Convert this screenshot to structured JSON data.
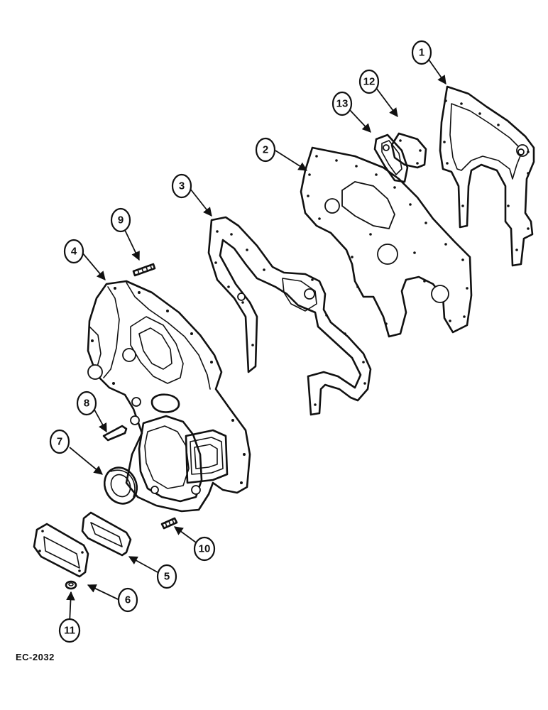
{
  "figure_code": "EC-2032",
  "callouts": [
    {
      "id": "c1",
      "label": "1"
    },
    {
      "id": "c2",
      "label": "2"
    },
    {
      "id": "c3",
      "label": "3"
    },
    {
      "id": "c4",
      "label": "4"
    },
    {
      "id": "c5",
      "label": "5"
    },
    {
      "id": "c6",
      "label": "6"
    },
    {
      "id": "c7",
      "label": "7"
    },
    {
      "id": "c8",
      "label": "8"
    },
    {
      "id": "c9",
      "label": "9"
    },
    {
      "id": "c10",
      "label": "10"
    },
    {
      "id": "c11",
      "label": "11"
    },
    {
      "id": "c12",
      "label": "12"
    },
    {
      "id": "c13",
      "label": "13"
    }
  ]
}
